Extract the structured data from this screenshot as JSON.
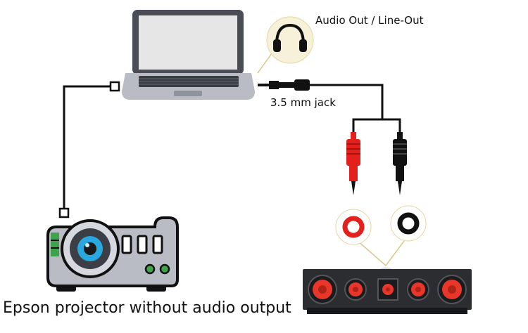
{
  "labels": {
    "audio_out": "Audio Out / Line-Out",
    "jack": "3.5 mm jack",
    "caption": "Epson projector without audio output"
  },
  "icons": {
    "laptop": "laptop-icon",
    "headphones": "headphones-icon",
    "projector": "projector-icon",
    "soundbar": "soundbar-icon"
  },
  "colors": {
    "cable": "#111111",
    "red_plug": "#e3201b",
    "speaker_red": "#e8372a",
    "body_grey": "#b9bcc4",
    "screen_grey": "#e6e6e6",
    "callout_circle": "#f6f1d8",
    "callout_line": "#d8c98f"
  }
}
